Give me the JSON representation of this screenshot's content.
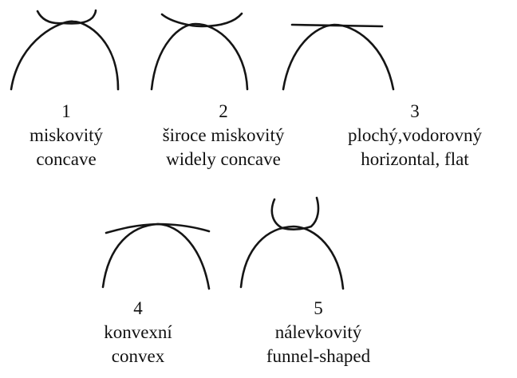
{
  "types": [
    {
      "number": "1",
      "czech": "miskovitý",
      "english": "concave"
    },
    {
      "number": "2",
      "czech": "široce miskovitý",
      "english": "widely concave"
    },
    {
      "number": "3",
      "czech": "plochý,vodorovný",
      "english": "horizontal, flat"
    },
    {
      "number": "4",
      "czech": "konvexní",
      "english": "convex"
    },
    {
      "number": "5",
      "czech": "nálevkovitý",
      "english": "funnel-shaped"
    }
  ],
  "colors": {
    "stroke": "#151515",
    "text": "#111111",
    "background": "#ffffff"
  }
}
